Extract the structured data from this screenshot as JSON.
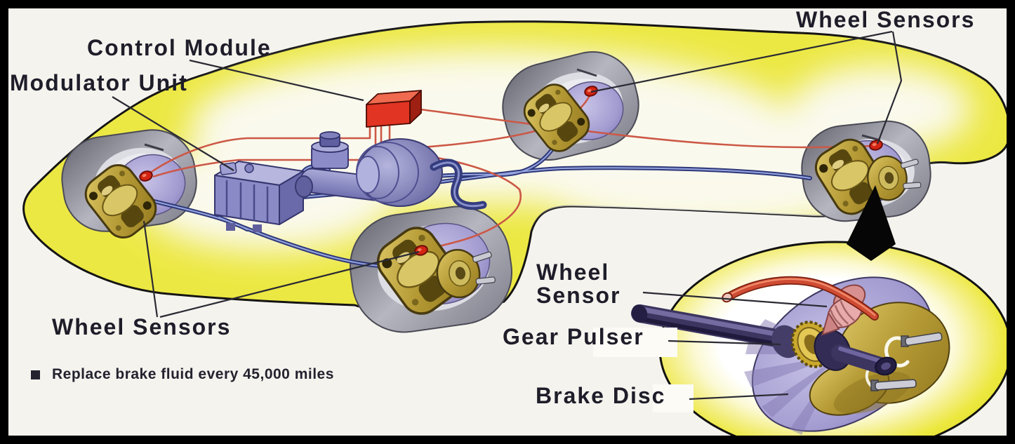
{
  "diagram": {
    "labels": {
      "control_module": "Control Module",
      "modulator_unit": "Modulator Unit",
      "wheel_sensors_top": "Wheel Sensors",
      "wheel_sensors_bottom": "Wheel Sensors",
      "inset_wheel_sensor": "Wheel\nSensor",
      "gear_pulser": "Gear Pulser",
      "brake_disc": "Brake Disc"
    },
    "note": "Replace brake fluid every 45,000 miles",
    "colors": {
      "background": "#F5F3EE",
      "frame": "#000000",
      "car_body_yellow": "#ECE843",
      "label_ink": "#1E1D29",
      "control_module_red": "#E03422",
      "hydraulic_component_blue": "#8888C4",
      "brake_line_blue": "#2E3878",
      "sensor_wire_red": "#CC5846",
      "caliper_gold": "#B59A35",
      "brake_disc_lavender": "#A29BD0",
      "tire_gray": "#9A9AA4",
      "wheel_sensor_red": "#D42414"
    }
  }
}
